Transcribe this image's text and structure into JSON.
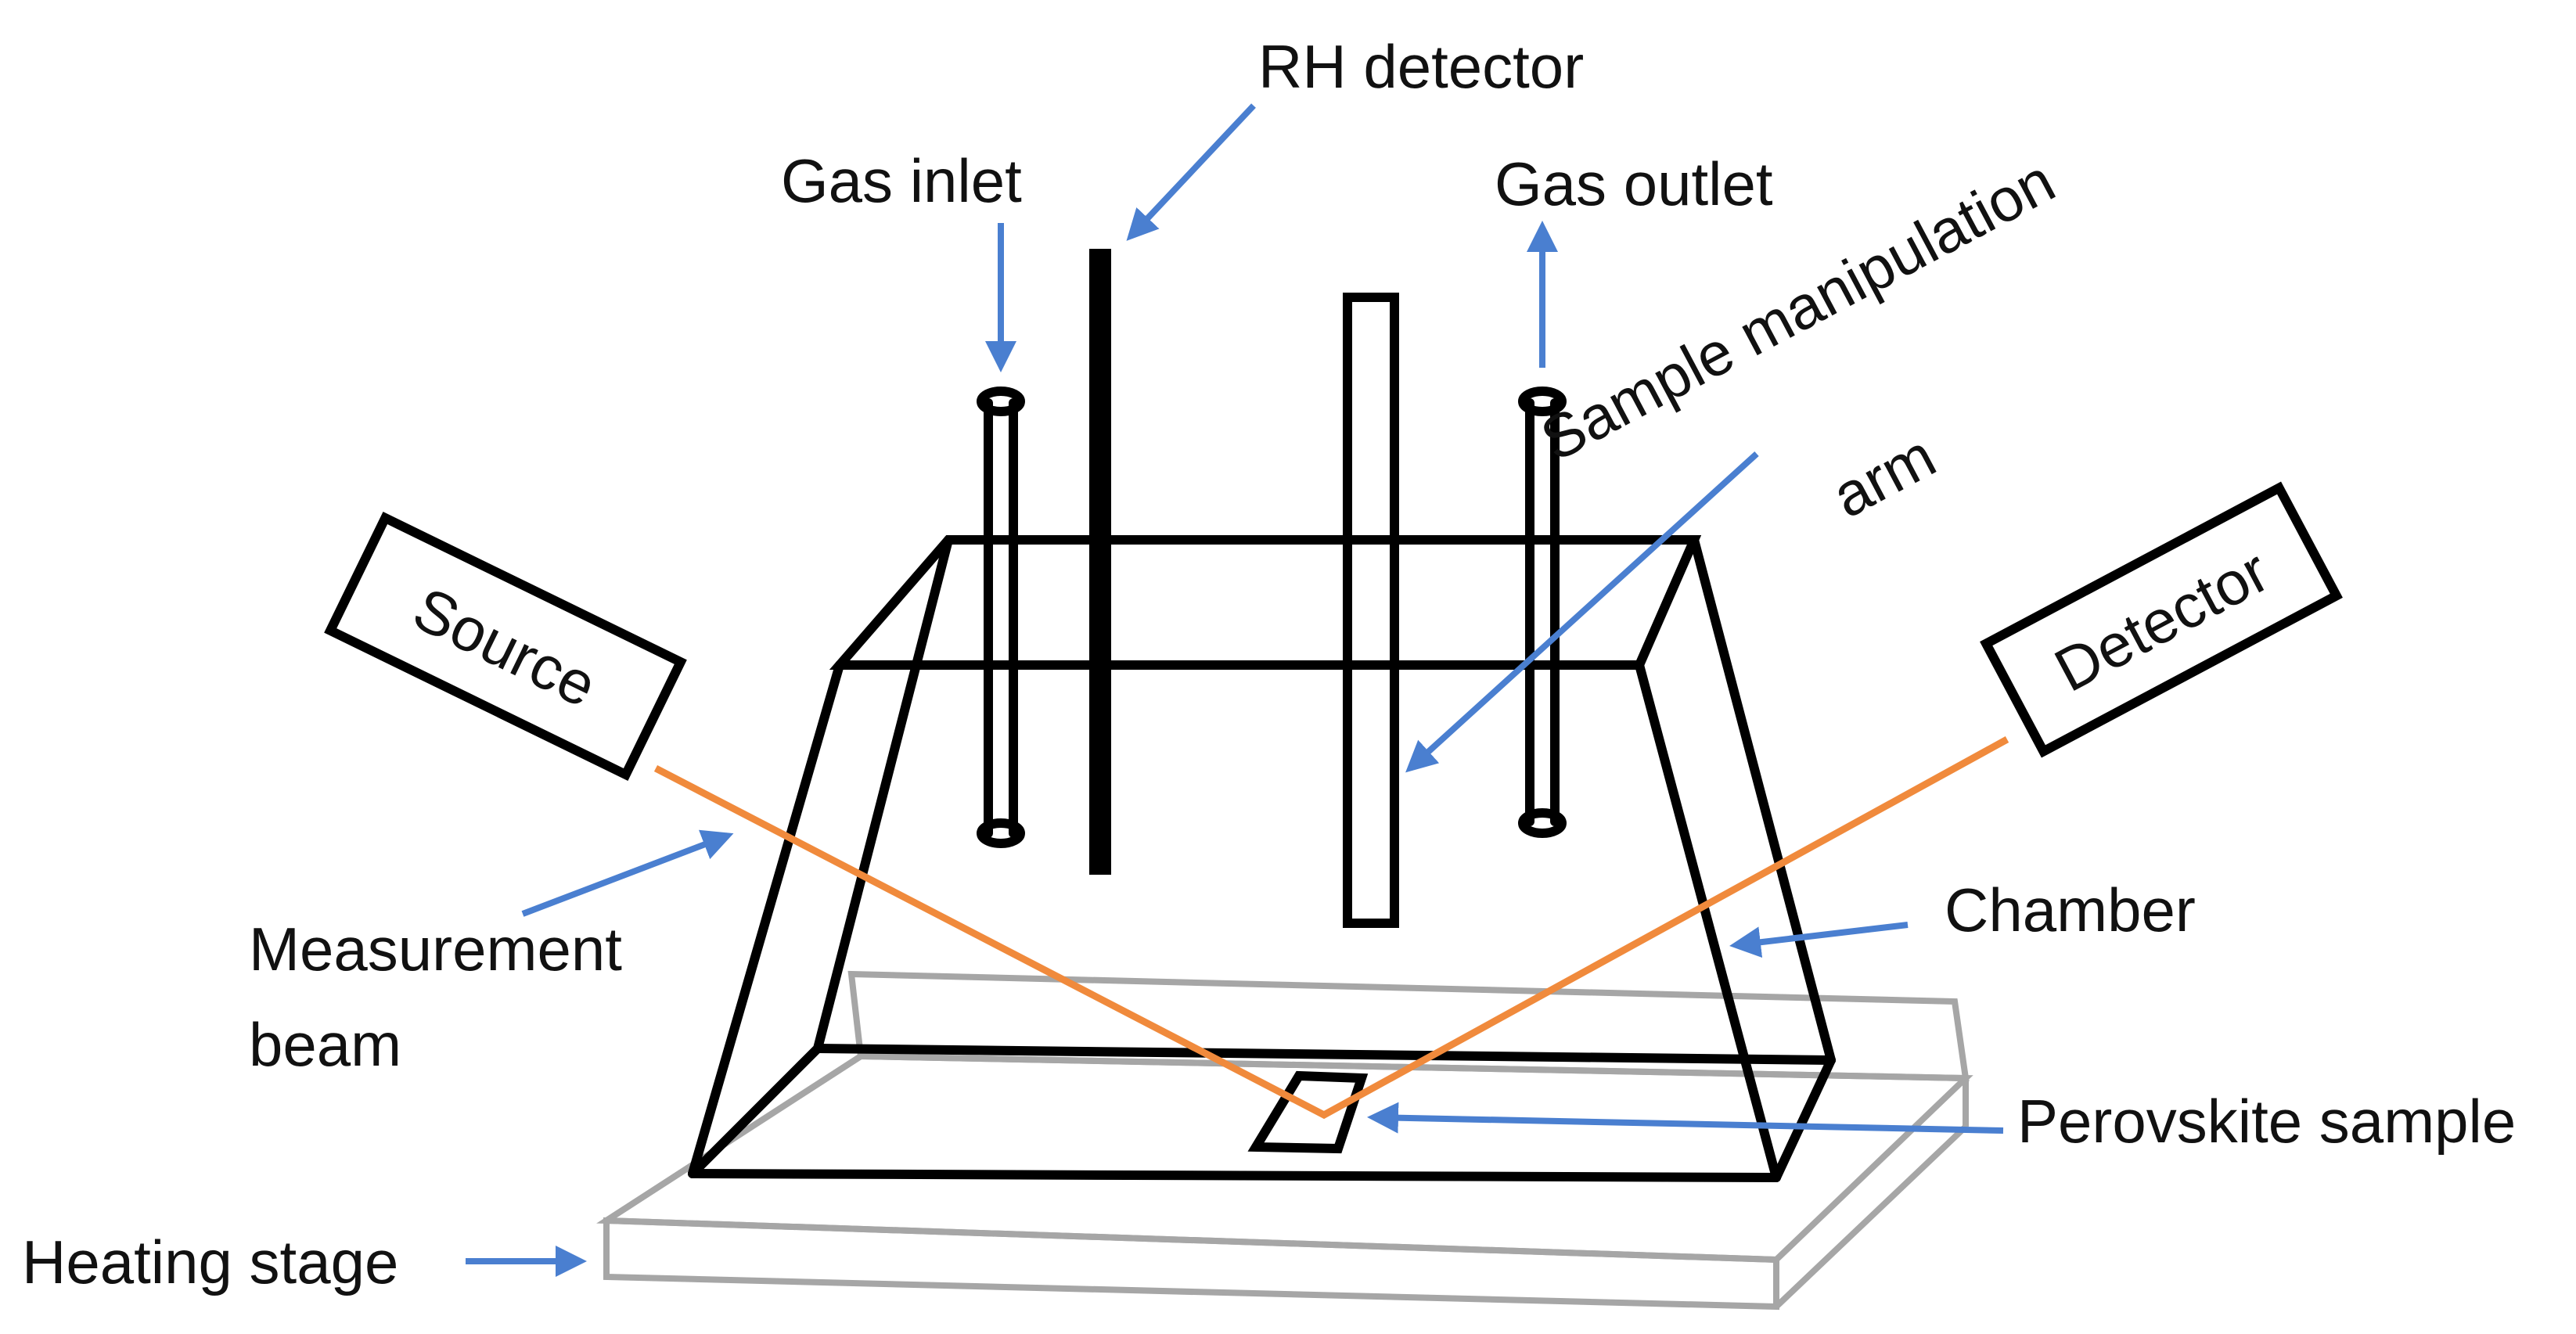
{
  "labels": {
    "rh_detector": "RH detector",
    "gas_inlet": "Gas inlet",
    "gas_outlet": "Gas outlet",
    "sample_arm_line1": "Sample manipulation",
    "sample_arm_line2": "arm",
    "source": "Source",
    "detector": "Detector",
    "measurement_line1": "Measurement",
    "measurement_line2": "beam",
    "chamber": "Chamber",
    "perovskite_sample": "Perovskite sample",
    "heating_stage": "Heating stage"
  },
  "colors": {
    "arrow": "#4a7fd0",
    "beam": "#f08a3c",
    "outline": "#000000",
    "stage": "#a6a6a6"
  }
}
